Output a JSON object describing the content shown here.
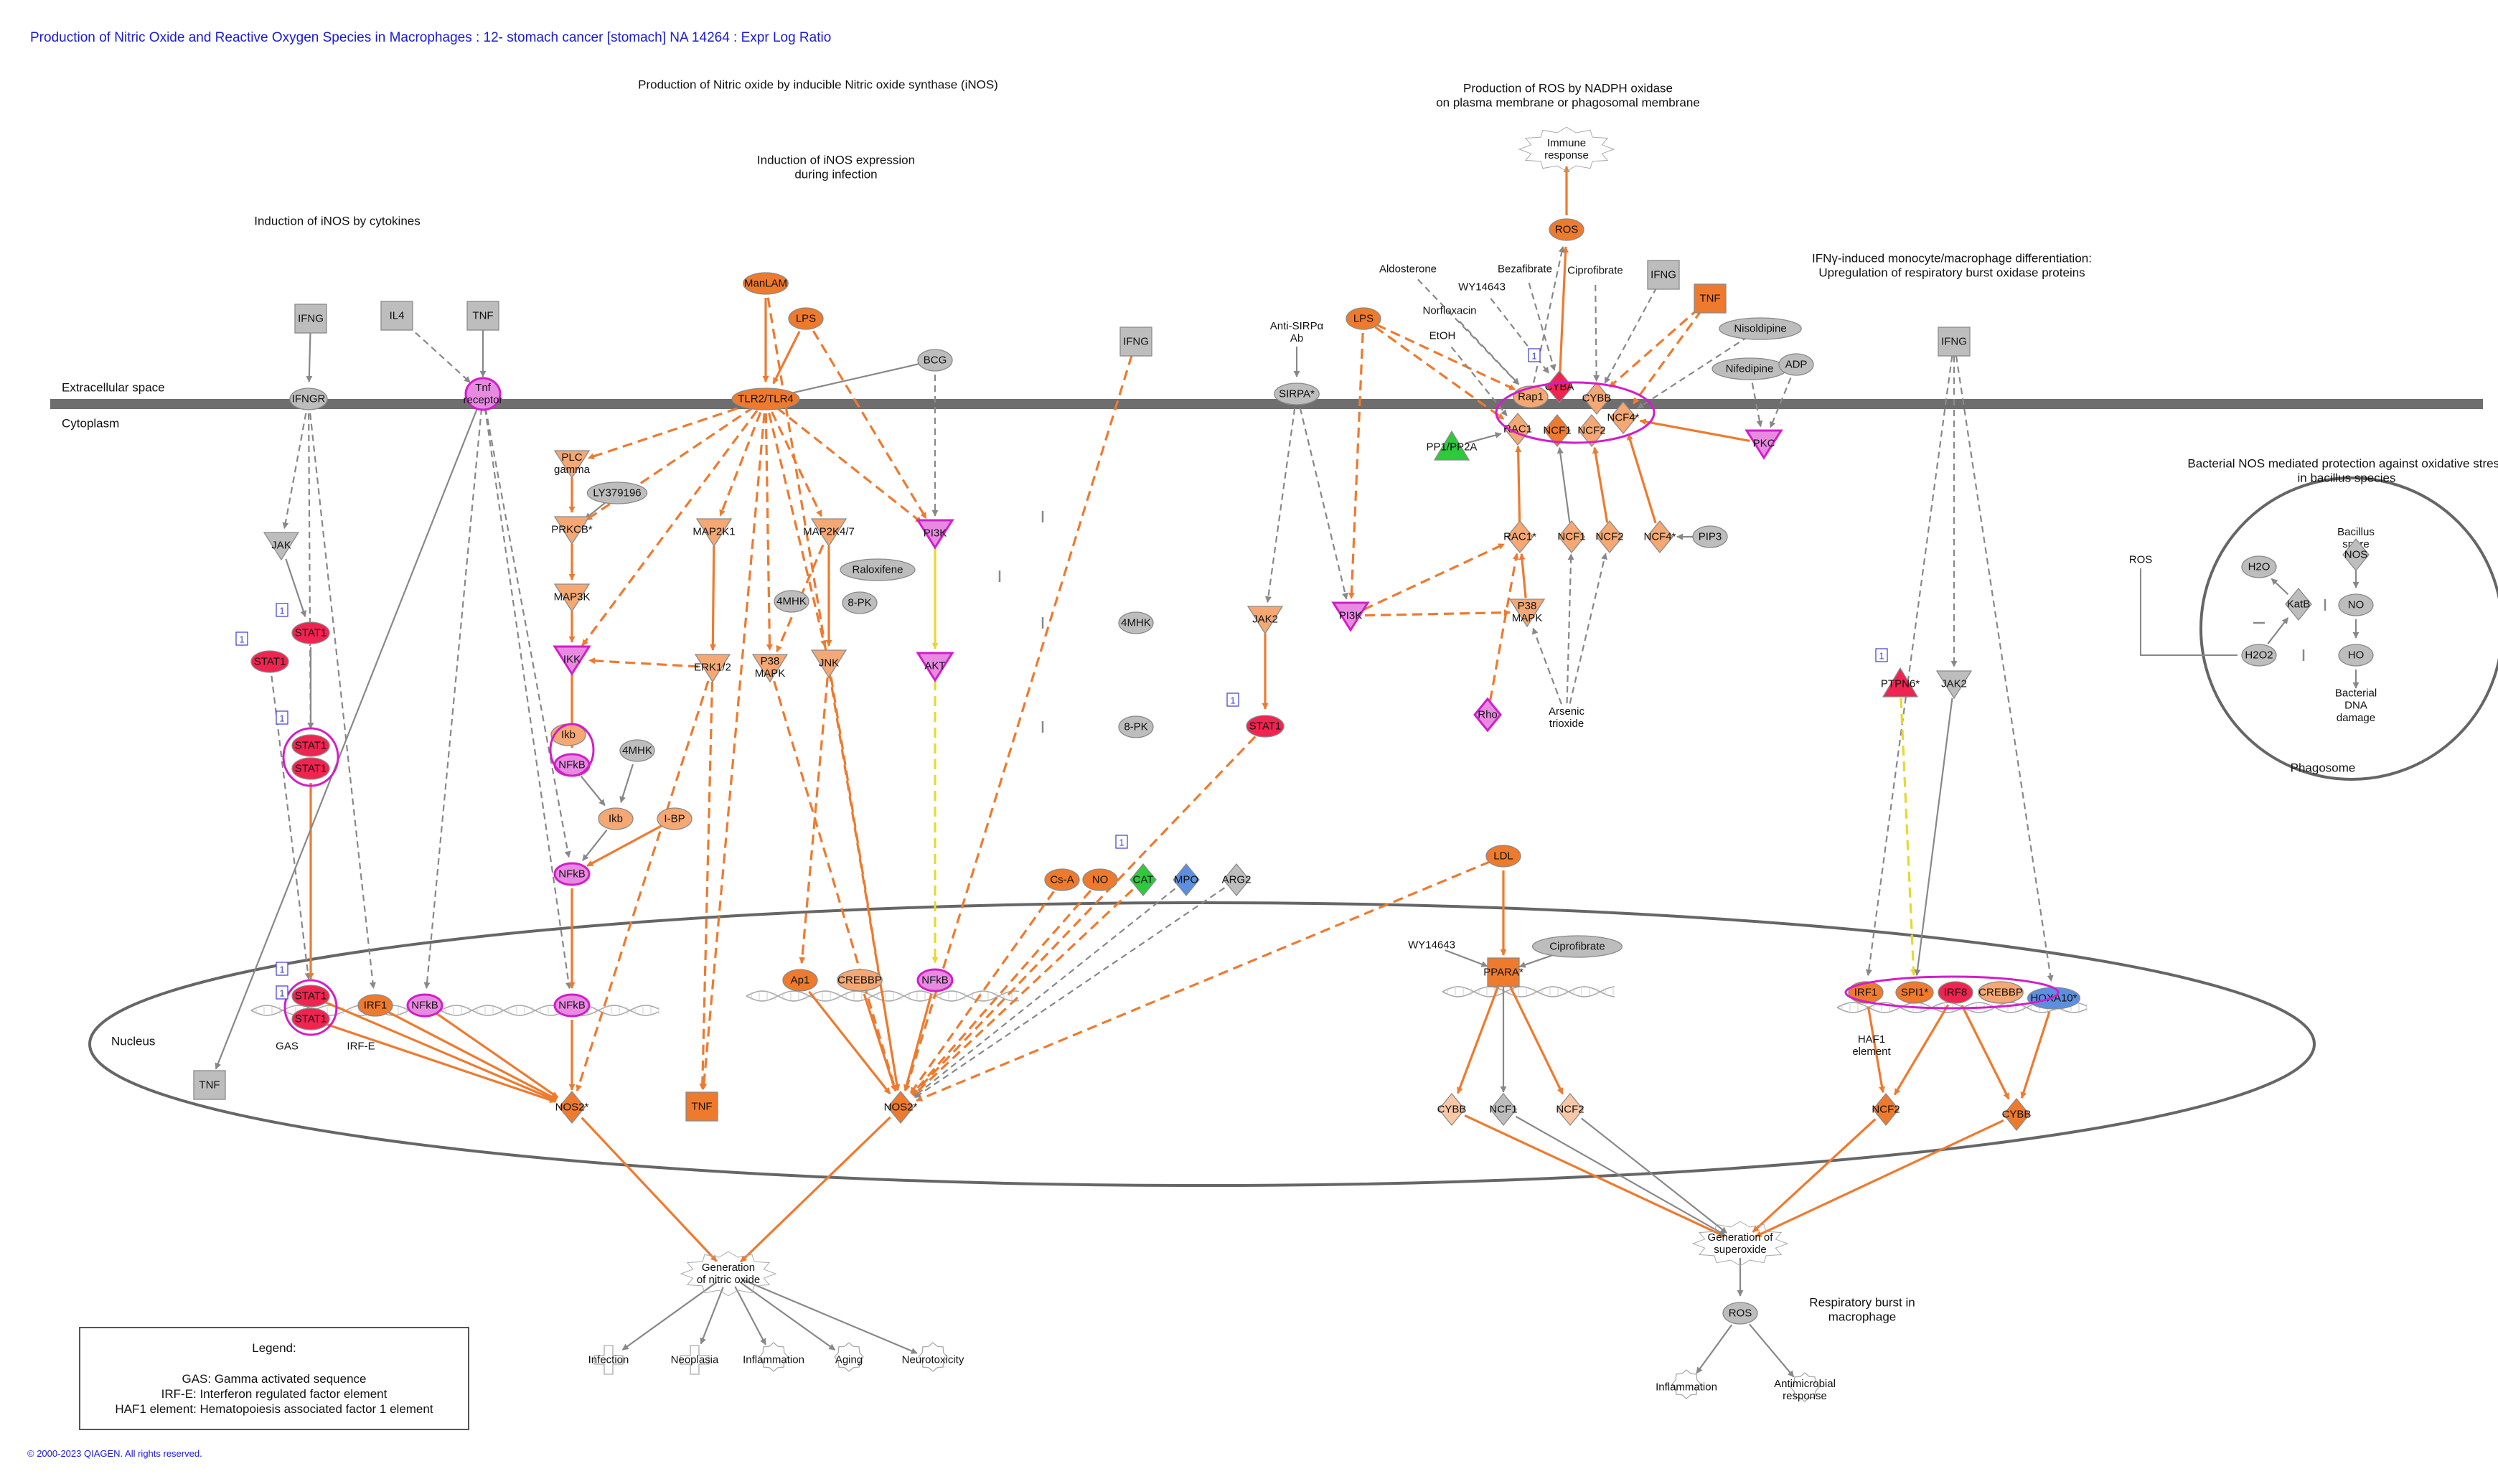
{
  "title": "Production of Nitric Oxide and Reactive Oxygen Species in Macrophages : 12- stomach cancer [stomach] NA 14264 : Expr Log Ratio",
  "copyright": "© 2000-2023 QIAGEN. All rights reserved.",
  "colors": {
    "up_strong": "#f02450",
    "up": "#ee7a2e",
    "up_light": "#f5a873",
    "up_pale": "#f8c8a6",
    "down_green": "#2ec93c",
    "down_blue": "#5b8fe0",
    "none": "#bdbdbd",
    "highlight": "#e030d8",
    "membrane": "#6e6e6e"
  },
  "legend": {
    "title": "Legend:",
    "items": [
      "GAS: Gamma activated sequence",
      "IRF-E: Interferon regulated factor element",
      "HAF1 element: Hematopoiesis associated factor 1 element"
    ]
  },
  "compartments": {
    "extracellular": "Extracellular space",
    "cytoplasm": "Cytoplasm",
    "nucleus": "Nucleus",
    "phagosome": "Phagosome"
  },
  "section_labels": [
    {
      "id": "sec-inos",
      "lines": [
        "Production of Nitric oxide by inducible Nitric oxide synthase (iNOS)"
      ]
    },
    {
      "id": "sec-inos-exp",
      "lines": [
        "Induction of iNOS expression",
        "during infection"
      ]
    },
    {
      "id": "sec-cyto",
      "lines": [
        "Induction of iNOS by cytokines"
      ]
    },
    {
      "id": "sec-ros",
      "lines": [
        "Production of ROS by NADPH oxidase",
        "on plasma membrane or phagosomal membrane"
      ]
    },
    {
      "id": "sec-ifng",
      "lines": [
        "IFNγ-induced monocyte/macrophage differentiation:",
        "Upregulation of respiratory burst oxidase proteins"
      ]
    },
    {
      "id": "sec-bact",
      "lines": [
        "Bacterial NOS mediated protection against oxidative stress",
        "in bacillus species"
      ]
    },
    {
      "id": "sec-burst",
      "lines": [
        "Respiratory burst in",
        "macrophage"
      ]
    }
  ],
  "nodes": [
    {
      "id": "ifng1",
      "lines": [
        "IFNG"
      ],
      "shape": "square",
      "color": "none"
    },
    {
      "id": "il4",
      "lines": [
        "IL4"
      ],
      "shape": "square",
      "color": "none"
    },
    {
      "id": "tnf1",
      "lines": [
        "TNF"
      ],
      "shape": "square",
      "color": "none"
    },
    {
      "id": "ifngr",
      "lines": [
        "IFNGR"
      ],
      "shape": "ellipse",
      "color": "none"
    },
    {
      "id": "tnfr",
      "lines": [
        "Tnf",
        "receptor"
      ],
      "shape": "ellipse",
      "color": "highlight"
    },
    {
      "id": "jak",
      "lines": [
        "JAK"
      ],
      "shape": "triangle-down",
      "color": "none"
    },
    {
      "id": "stat1a",
      "lines": [
        "STAT1"
      ],
      "shape": "ellipse",
      "color": "up_strong"
    },
    {
      "id": "stat1b",
      "lines": [
        "STAT1"
      ],
      "shape": "ellipse",
      "color": "up_strong"
    },
    {
      "id": "stat1c",
      "lines": [
        "STAT1"
      ],
      "shape": "ellipse",
      "color": "up_strong"
    },
    {
      "id": "stat1d",
      "lines": [
        "STAT1"
      ],
      "shape": "ellipse",
      "color": "up_strong"
    },
    {
      "id": "stat1e",
      "lines": [
        "STAT1"
      ],
      "shape": "ellipse",
      "color": "up_strong"
    },
    {
      "id": "stat1f",
      "lines": [
        "STAT1"
      ],
      "shape": "ellipse",
      "color": "up_strong"
    },
    {
      "id": "irf1a",
      "lines": [
        "IRF1"
      ],
      "shape": "ellipse",
      "color": "up"
    },
    {
      "id": "nfkb1",
      "lines": [
        "NFkB"
      ],
      "shape": "ellipse",
      "color": "highlight"
    },
    {
      "id": "nfkb2",
      "lines": [
        "NFkB"
      ],
      "shape": "ellipse",
      "color": "highlight"
    },
    {
      "id": "nfkb3",
      "lines": [
        "NFkB"
      ],
      "shape": "ellipse",
      "color": "highlight"
    },
    {
      "id": "nfkb4",
      "lines": [
        "NFkB"
      ],
      "shape": "ellipse",
      "color": "highlight"
    },
    {
      "id": "ikb1",
      "lines": [
        "Ikb"
      ],
      "shape": "ellipse",
      "color": "up_light"
    },
    {
      "id": "ikb2",
      "lines": [
        "Ikb"
      ],
      "shape": "ellipse",
      "color": "up_light"
    },
    {
      "id": "ibp",
      "lines": [
        "I-BP"
      ],
      "shape": "ellipse",
      "color": "up_light"
    },
    {
      "id": "mhk4a",
      "lines": [
        "4MHK"
      ],
      "shape": "ellipse",
      "color": "none"
    },
    {
      "id": "ikk",
      "lines": [
        "IKK"
      ],
      "shape": "triangle-down",
      "color": "highlight"
    },
    {
      "id": "map3k",
      "lines": [
        "MAP3K"
      ],
      "shape": "triangle-down",
      "color": "up_light"
    },
    {
      "id": "prkcb",
      "lines": [
        "PRKCB*"
      ],
      "shape": "triangle-down",
      "color": "up_light"
    },
    {
      "id": "plc",
      "lines": [
        "PLC",
        "gamma"
      ],
      "shape": "triangle-down",
      "color": "up_light"
    },
    {
      "id": "ly",
      "lines": [
        "LY379196"
      ],
      "shape": "ellipse",
      "color": "none"
    },
    {
      "id": "tnf2",
      "lines": [
        "TNF"
      ],
      "shape": "square",
      "color": "none"
    },
    {
      "id": "nos2a",
      "lines": [
        "NOS2*"
      ],
      "shape": "diamond",
      "color": "up"
    },
    {
      "id": "tnf3",
      "lines": [
        "TNF"
      ],
      "shape": "square",
      "color": "up"
    },
    {
      "id": "manlam",
      "lines": [
        "ManLAM"
      ],
      "shape": "ellipse",
      "color": "up"
    },
    {
      "id": "lps1",
      "lines": [
        "LPS"
      ],
      "shape": "ellipse",
      "color": "up"
    },
    {
      "id": "bcg",
      "lines": [
        "BCG"
      ],
      "shape": "ellipse",
      "color": "none"
    },
    {
      "id": "tlr",
      "lines": [
        "TLR2/TLR4"
      ],
      "shape": "ellipse",
      "color": "up"
    },
    {
      "id": "ifng2",
      "lines": [
        "IFNG"
      ],
      "shape": "square",
      "color": "none"
    },
    {
      "id": "map2k1",
      "lines": [
        "MAP2K1"
      ],
      "shape": "triangle-down",
      "color": "up_light"
    },
    {
      "id": "map2k47",
      "lines": [
        "MAP2K4/7"
      ],
      "shape": "triangle-down",
      "color": "up_light"
    },
    {
      "id": "pi3k1",
      "lines": [
        "PI3K"
      ],
      "shape": "triangle-down",
      "color": "highlight"
    },
    {
      "id": "ralox",
      "lines": [
        "Raloxifene"
      ],
      "shape": "ellipse",
      "color": "none"
    },
    {
      "id": "mhk4b",
      "lines": [
        "4MHK"
      ],
      "shape": "ellipse",
      "color": "none"
    },
    {
      "id": "pk8a",
      "lines": [
        "8-PK"
      ],
      "shape": "ellipse",
      "color": "none"
    },
    {
      "id": "erk12",
      "lines": [
        "ERK1/2"
      ],
      "shape": "triangle-down",
      "color": "up_light"
    },
    {
      "id": "p38a",
      "lines": [
        "P38",
        "MAPK"
      ],
      "shape": "triangle-down",
      "color": "up_light"
    },
    {
      "id": "jnk",
      "lines": [
        "JNK"
      ],
      "shape": "triangle-down",
      "color": "up_light"
    },
    {
      "id": "akt",
      "lines": [
        "AKT"
      ],
      "shape": "triangle-down",
      "color": "highlight"
    },
    {
      "id": "mhk4c",
      "lines": [
        "4MHK"
      ],
      "shape": "ellipse",
      "color": "none"
    },
    {
      "id": "pk8b",
      "lines": [
        "8-PK"
      ],
      "shape": "ellipse",
      "color": "none"
    },
    {
      "id": "ap1",
      "lines": [
        "Ap1"
      ],
      "shape": "ellipse",
      "color": "up"
    },
    {
      "id": "crebbp1",
      "lines": [
        "CREBBP"
      ],
      "shape": "ellipse",
      "color": "up_light"
    },
    {
      "id": "nfkb5",
      "lines": [
        "NFkB"
      ],
      "shape": "ellipse",
      "color": "highlight"
    },
    {
      "id": "nos2b",
      "lines": [
        "NOS2*"
      ],
      "shape": "diamond",
      "color": "up"
    },
    {
      "id": "csa",
      "lines": [
        "Cs-A"
      ],
      "shape": "ellipse",
      "color": "up"
    },
    {
      "id": "no1",
      "lines": [
        "NO"
      ],
      "shape": "ellipse",
      "color": "up"
    },
    {
      "id": "cat",
      "lines": [
        "CAT"
      ],
      "shape": "diamond",
      "color": "down_green"
    },
    {
      "id": "mpo",
      "lines": [
        "MPO"
      ],
      "shape": "diamond",
      "color": "down_blue"
    },
    {
      "id": "arg2",
      "lines": [
        "ARG2"
      ],
      "shape": "diamond",
      "color": "none"
    },
    {
      "id": "antisirp",
      "lines": [
        "Anti-SIRPα",
        "Ab"
      ],
      "shape": "text",
      "color": "none"
    },
    {
      "id": "sirpa",
      "lines": [
        "SIRPA*"
      ],
      "shape": "ellipse",
      "color": "none"
    },
    {
      "id": "jak2a",
      "lines": [
        "JAK2"
      ],
      "shape": "triangle-down",
      "color": "up_light"
    },
    {
      "id": "stat1g",
      "lines": [
        "STAT1"
      ],
      "shape": "ellipse",
      "color": "up_strong"
    },
    {
      "id": "pi3k2",
      "lines": [
        "PI3K"
      ],
      "shape": "triangle-down",
      "color": "highlight"
    },
    {
      "id": "ros1",
      "lines": [
        "ROS"
      ],
      "shape": "ellipse",
      "color": "up"
    },
    {
      "id": "immune",
      "lines": [
        "Immune",
        "response"
      ],
      "shape": "burst",
      "color": "up"
    },
    {
      "id": "aldost",
      "lines": [
        "Aldosterone"
      ],
      "shape": "text",
      "color": "none"
    },
    {
      "id": "wy1",
      "lines": [
        "WY14643"
      ],
      "shape": "text",
      "color": "none"
    },
    {
      "id": "bezaf",
      "lines": [
        "Bezafibrate"
      ],
      "shape": "text",
      "color": "none"
    },
    {
      "id": "ciprof1",
      "lines": [
        "Ciprofibrate"
      ],
      "shape": "text",
      "color": "none"
    },
    {
      "id": "norflox",
      "lines": [
        "Norfloxacin"
      ],
      "shape": "text",
      "color": "none"
    },
    {
      "id": "etoh",
      "lines": [
        "EtOH"
      ],
      "shape": "text",
      "color": "none"
    },
    {
      "id": "lps2",
      "lines": [
        "LPS"
      ],
      "shape": "ellipse",
      "color": "up"
    },
    {
      "id": "ifng3",
      "lines": [
        "IFNG"
      ],
      "shape": "square",
      "color": "none"
    },
    {
      "id": "tnf4",
      "lines": [
        "TNF"
      ],
      "shape": "square",
      "color": "up"
    },
    {
      "id": "nisold",
      "lines": [
        "Nisoldipine"
      ],
      "shape": "ellipse",
      "color": "none"
    },
    {
      "id": "nifed",
      "lines": [
        "Nifedipine"
      ],
      "shape": "ellipse",
      "color": "none"
    },
    {
      "id": "adp",
      "lines": [
        "ADP"
      ],
      "shape": "ellipse",
      "color": "none"
    },
    {
      "id": "rap1",
      "lines": [
        "Rap1"
      ],
      "shape": "ellipse",
      "color": "up_light"
    },
    {
      "id": "cyba",
      "lines": [
        "CYBA"
      ],
      "shape": "diamond",
      "color": "up_strong"
    },
    {
      "id": "cybb1",
      "lines": [
        "CYBB"
      ],
      "shape": "diamond",
      "color": "up_light"
    },
    {
      "id": "rac1a",
      "lines": [
        "RAC1"
      ],
      "shape": "diamond",
      "color": "up_light"
    },
    {
      "id": "ncf1a",
      "lines": [
        "NCF1"
      ],
      "shape": "diamond",
      "color": "up"
    },
    {
      "id": "ncf2a",
      "lines": [
        "NCF2"
      ],
      "shape": "diamond",
      "color": "up_light"
    },
    {
      "id": "ncf4a",
      "lines": [
        "NCF4*"
      ],
      "shape": "diamond",
      "color": "up_light"
    },
    {
      "id": "pp1",
      "lines": [
        "PP1/PP2A"
      ],
      "shape": "triangle-up",
      "color": "down_green"
    },
    {
      "id": "pkc",
      "lines": [
        "PKC"
      ],
      "shape": "triangle-down",
      "color": "highlight"
    },
    {
      "id": "rac1b",
      "lines": [
        "RAC1*"
      ],
      "shape": "diamond",
      "color": "up_light"
    },
    {
      "id": "ncf1b",
      "lines": [
        "NCF1"
      ],
      "shape": "diamond",
      "color": "up_light"
    },
    {
      "id": "ncf2b",
      "lines": [
        "NCF2"
      ],
      "shape": "diamond",
      "color": "up_light"
    },
    {
      "id": "ncf4b",
      "lines": [
        "NCF4*"
      ],
      "shape": "diamond",
      "color": "up_light"
    },
    {
      "id": "pip3",
      "lines": [
        "PIP3"
      ],
      "shape": "ellipse",
      "color": "none"
    },
    {
      "id": "p38b",
      "lines": [
        "P38",
        "MAPK"
      ],
      "shape": "triangle-down",
      "color": "up_light"
    },
    {
      "id": "rho",
      "lines": [
        "Rho"
      ],
      "shape": "diamond",
      "color": "highlight"
    },
    {
      "id": "arsenic",
      "lines": [
        "Arsenic",
        "trioxide"
      ],
      "shape": "text",
      "color": "none"
    },
    {
      "id": "ldl",
      "lines": [
        "LDL"
      ],
      "shape": "ellipse",
      "color": "up"
    },
    {
      "id": "wy2",
      "lines": [
        "WY14643"
      ],
      "shape": "text",
      "color": "none"
    },
    {
      "id": "ciprof2",
      "lines": [
        "Ciprofibrate"
      ],
      "shape": "ellipse",
      "color": "none"
    },
    {
      "id": "ppara",
      "lines": [
        "PPARA*"
      ],
      "shape": "square",
      "color": "up"
    },
    {
      "id": "cybb2",
      "lines": [
        "CYBB"
      ],
      "shape": "diamond",
      "color": "up_pale"
    },
    {
      "id": "ncf1c",
      "lines": [
        "NCF1"
      ],
      "shape": "diamond",
      "color": "none"
    },
    {
      "id": "ncf2c",
      "lines": [
        "NCF2"
      ],
      "shape": "diamond",
      "color": "up_pale"
    },
    {
      "id": "ifng4",
      "lines": [
        "IFNG"
      ],
      "shape": "square",
      "color": "none"
    },
    {
      "id": "ptpn6",
      "lines": [
        "PTPN6*"
      ],
      "shape": "triangle-up",
      "color": "up_strong"
    },
    {
      "id": "jak2b",
      "lines": [
        "JAK2"
      ],
      "shape": "triangle-down",
      "color": "none"
    },
    {
      "id": "irf1b",
      "lines": [
        "IRF1"
      ],
      "shape": "ellipse",
      "color": "up"
    },
    {
      "id": "spi1",
      "lines": [
        "SPI1*"
      ],
      "shape": "ellipse",
      "color": "up"
    },
    {
      "id": "irf8",
      "lines": [
        "IRF8"
      ],
      "shape": "ellipse",
      "color": "up_strong"
    },
    {
      "id": "crebbp2",
      "lines": [
        "CREBBP"
      ],
      "shape": "ellipse",
      "color": "up_light"
    },
    {
      "id": "hoxa10",
      "lines": [
        "HOXA10*"
      ],
      "shape": "ellipse",
      "color": "down_blue"
    },
    {
      "id": "ncf2d",
      "lines": [
        "NCF2"
      ],
      "shape": "diamond",
      "color": "up"
    },
    {
      "id": "cybb3",
      "lines": [
        "CYBB"
      ],
      "shape": "diamond",
      "color": "up"
    },
    {
      "id": "gensup",
      "lines": [
        "Generation of",
        "superoxide"
      ],
      "shape": "burst",
      "color": "up_light"
    },
    {
      "id": "ros2",
      "lines": [
        "ROS"
      ],
      "shape": "ellipse",
      "color": "none"
    },
    {
      "id": "infl2",
      "lines": [
        "Inflammation"
      ],
      "shape": "gear",
      "color": "none"
    },
    {
      "id": "antimic",
      "lines": [
        "Antimicrobial",
        "response"
      ],
      "shape": "gear",
      "color": "none"
    },
    {
      "id": "genno",
      "lines": [
        "Generation",
        "of nitric oxide"
      ],
      "shape": "burst",
      "color": "up_light"
    },
    {
      "id": "infect",
      "lines": [
        "Infection"
      ],
      "shape": "cross",
      "color": "none"
    },
    {
      "id": "neopl",
      "lines": [
        "Neoplasia"
      ],
      "shape": "cross",
      "color": "none"
    },
    {
      "id": "infl1",
      "lines": [
        "Inflammation"
      ],
      "shape": "gear",
      "color": "none"
    },
    {
      "id": "aging",
      "lines": [
        "Aging"
      ],
      "shape": "gear",
      "color": "none"
    },
    {
      "id": "neurotox",
      "lines": [
        "Neurotoxicity"
      ],
      "shape": "gear",
      "color": "none"
    },
    {
      "id": "rosb",
      "lines": [
        "ROS"
      ],
      "shape": "text",
      "color": "none"
    },
    {
      "id": "bacillus",
      "lines": [
        "Bacillus",
        "spore"
      ],
      "shape": "text",
      "color": "none"
    },
    {
      "id": "h2o",
      "lines": [
        "H2O"
      ],
      "shape": "ellipse",
      "color": "none"
    },
    {
      "id": "nosb",
      "lines": [
        "NOS"
      ],
      "shape": "diamond",
      "color": "none"
    },
    {
      "id": "katb",
      "lines": [
        "KatB"
      ],
      "shape": "diamond",
      "color": "none"
    },
    {
      "id": "nob",
      "lines": [
        "NO"
      ],
      "shape": "ellipse",
      "color": "none"
    },
    {
      "id": "h2o2",
      "lines": [
        "H2O2"
      ],
      "shape": "ellipse",
      "color": "none"
    },
    {
      "id": "ho",
      "lines": [
        "HO"
      ],
      "shape": "ellipse",
      "color": "none"
    },
    {
      "id": "bactdmg",
      "lines": [
        "Bacterial",
        "DNA",
        "damage"
      ],
      "shape": "text",
      "color": "none"
    },
    {
      "id": "gas",
      "lines": [
        "GAS"
      ],
      "shape": "text",
      "color": "none"
    },
    {
      "id": "irfe",
      "lines": [
        "IRF-E"
      ],
      "shape": "text",
      "color": "none"
    },
    {
      "id": "haf1",
      "lines": [
        "HAF1",
        "element"
      ],
      "shape": "text",
      "color": "none"
    }
  ],
  "markers": [
    "1",
    "1",
    "1",
    "1",
    "1",
    "1",
    "1",
    "1",
    "1",
    "1"
  ]
}
